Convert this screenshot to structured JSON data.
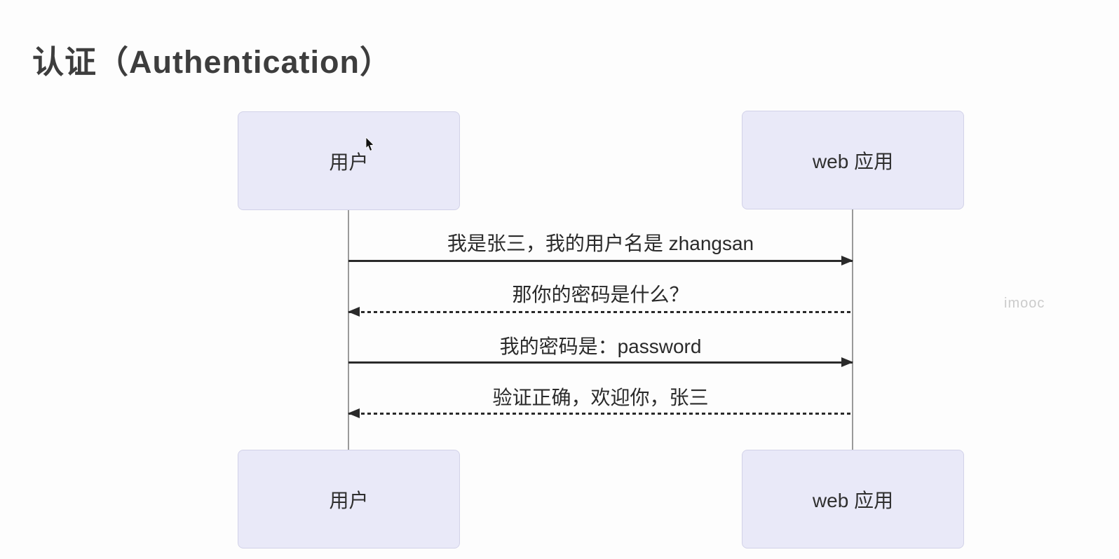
{
  "page": {
    "title": "认证（Authentication）",
    "watermark": "imooc"
  },
  "diagram": {
    "type": "sequence",
    "actors": [
      {
        "id": "user",
        "label": "用户"
      },
      {
        "id": "webapp",
        "label": "web 应用"
      }
    ],
    "messages": [
      {
        "from": "user",
        "to": "webapp",
        "line": "solid",
        "direction": "right",
        "text": "我是张三，我的用户名是 zhangsan"
      },
      {
        "from": "webapp",
        "to": "user",
        "line": "dashed",
        "direction": "left",
        "text": "那你的密码是什么？"
      },
      {
        "from": "user",
        "to": "webapp",
        "line": "solid",
        "direction": "right",
        "text": "我的密码是：password"
      },
      {
        "from": "webapp",
        "to": "user",
        "line": "dashed",
        "direction": "left",
        "text": "验证正确，欢迎你，张三"
      }
    ],
    "colors": {
      "actor_fill": "#e9e9f8",
      "actor_border": "#d2d2e8",
      "lifeline": "#9a9a9a",
      "arrow": "#2a2a2a",
      "title_text": "#3d3d3d",
      "watermark_text": "#cbcbcb"
    }
  }
}
